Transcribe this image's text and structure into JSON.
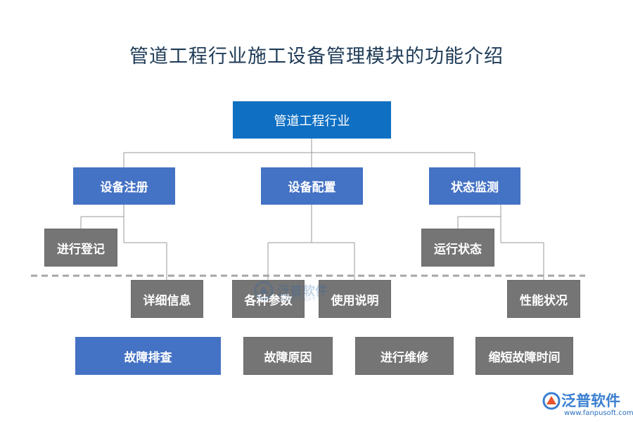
{
  "title": "管道工程行业施工设备管理模块的功能介绍",
  "nodes": {
    "root": "管道工程行业",
    "register": "设备注册",
    "config": "设备配置",
    "monitor": "状态监测",
    "entry": "进行登记",
    "detail": "详细信息",
    "params": "各种参数",
    "usage": "使用说明",
    "running": "运行状态",
    "performance": "性能状况",
    "troubleshoot": "故障排查",
    "cause": "故障原因",
    "repair": "进行维修",
    "shorten": "缩短故障时间"
  },
  "watermark": {
    "text": "泛普软件",
    "sub": "FANPU SOFT"
  },
  "brand": {
    "name": "泛普软件",
    "url": "www.fanpusoft.com"
  },
  "colors": {
    "root": "#0f6fc3",
    "blue": "#4472c4",
    "grey": "#757575",
    "line": "#999999",
    "dash": "#a6a6a6"
  }
}
